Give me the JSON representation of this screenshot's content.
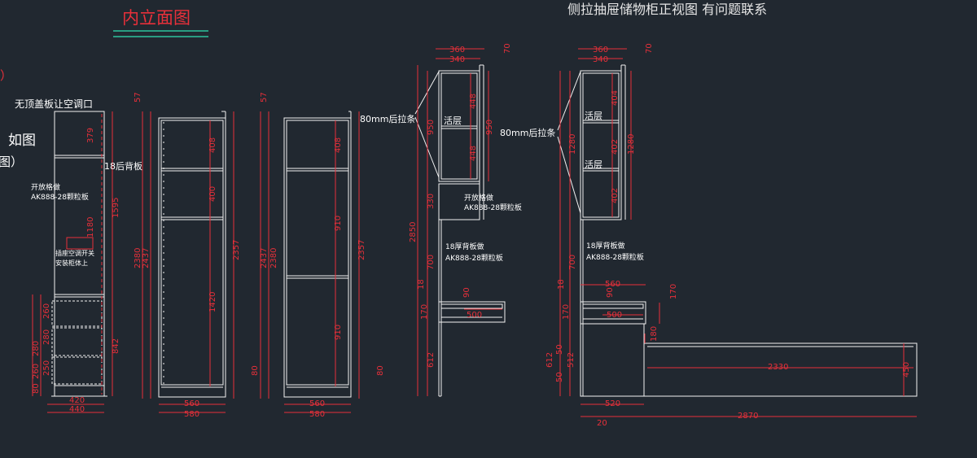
{
  "titles": {
    "interior_elevation": "内立面图",
    "drawer_cabinet": "侧拉抽屉储物柜正视图 有问题联系"
  },
  "edge_fragments": {
    "paren": "）",
    "rutu": "如图",
    "tu_paren": "图）"
  },
  "notes": {
    "no_top_panel": "无顶盖板让空调口",
    "back_panel_18": "18后背板",
    "open_shelf_line1": "开放格做",
    "open_shelf_line2": "AK888-28颗粒板",
    "ac_switch_line1": "插座空调开关",
    "ac_switch_line2": "安装柜体上",
    "pull_strip_80": "80mm后拉条",
    "movable_shelf": "活层",
    "back_panel_thick_line1": "18厚背板做",
    "back_panel_thick_line2": "AK888-28颗粒板"
  },
  "dims": {
    "c1": {
      "d57": "57",
      "d2437": "2437",
      "d2380": "2380",
      "d379": "379",
      "d1595": "1595",
      "d1180": "1180",
      "d260": "260",
      "d280a": "280",
      "d280b": "280",
      "d260b": "260",
      "d250": "250",
      "d80": "80",
      "d842": "842",
      "d420": "420",
      "d440": "440"
    },
    "c2": {
      "d408": "408",
      "d400": "400",
      "d1420": "1420",
      "d2357": "2357",
      "d80": "80",
      "d560": "560",
      "d580": "580",
      "d57": "57",
      "d2437": "2437",
      "d2380": "2380"
    },
    "c3": {
      "d408": "408",
      "d910a": "910",
      "d910b": "910",
      "d2357": "2357",
      "d80": "80",
      "d560": "560",
      "d580": "580",
      "d57": "57",
      "d2437": "2437",
      "d2380": "2380"
    },
    "c4": {
      "d360": "360",
      "d340": "340",
      "d70": "70",
      "d448a": "448",
      "d448b": "448",
      "d950": "950",
      "d950b": "950",
      "d330": "330",
      "d2850": "2850",
      "d700": "700",
      "d18": "18",
      "d170": "170",
      "d90": "90",
      "d500": "500",
      "d612": "612"
    },
    "c5": {
      "d360": "360",
      "d340": "340",
      "d70": "70",
      "d404": "404",
      "d402a": "402",
      "d402b": "402",
      "d1280": "1280",
      "d1280b": "1280",
      "d700": "700",
      "d18": "18",
      "d170": "170",
      "d560": "560",
      "d90": "90",
      "d500": "500",
      "d170b": "170",
      "d180": "180",
      "d612": "612",
      "d50a": "50",
      "d50b": "50",
      "d512": "512",
      "d520": "520",
      "d2330": "2330",
      "d450": "450",
      "d20": "20",
      "d2870": "2870"
    }
  }
}
